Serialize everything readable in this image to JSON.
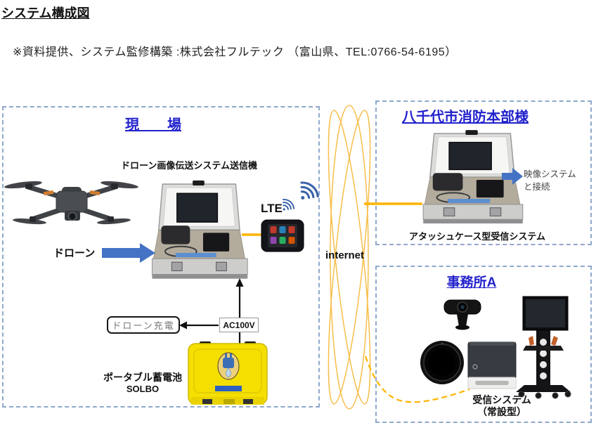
{
  "page": {
    "title": "システム構成図",
    "subtitle": "※資料提供、システム監修構築 :株式会社フルテック （富山県、TEL:0766-54-6195）"
  },
  "site": {
    "title": "現　　場",
    "transmitter_label": "ドローン画像伝送システム送信機",
    "drone_label": "ドローン",
    "lte_label": "LTE",
    "charge_label": "ドローン充電",
    "power_label": "AC100V",
    "battery_label": "ポータブル蓄電池",
    "battery_model": "SOLBO"
  },
  "network": {
    "label": "internet"
  },
  "fire_hq": {
    "title": "八千代市消防本部様",
    "connect_line1": "映像システム",
    "connect_line2": "と接続",
    "case_label": "アタッシュケース型受信システム"
  },
  "office": {
    "title": "事務所A",
    "receiver_line1": "受信システム",
    "receiver_line2": "（常設型）"
  },
  "colors": {
    "heading_blue": "#2222CC",
    "arrow_blue": "#4472C4",
    "line_orange": "#FFB300",
    "ellipse_orange": "#F7BE4A",
    "box_border_blue": "#8FA8CC"
  },
  "icons": {
    "wifi": "wifi-signal-icon",
    "right_block_arrow": "block-arrow-right-icon",
    "up_arrow": "arrow-up-icon",
    "left_arrow": "arrow-left-icon"
  }
}
